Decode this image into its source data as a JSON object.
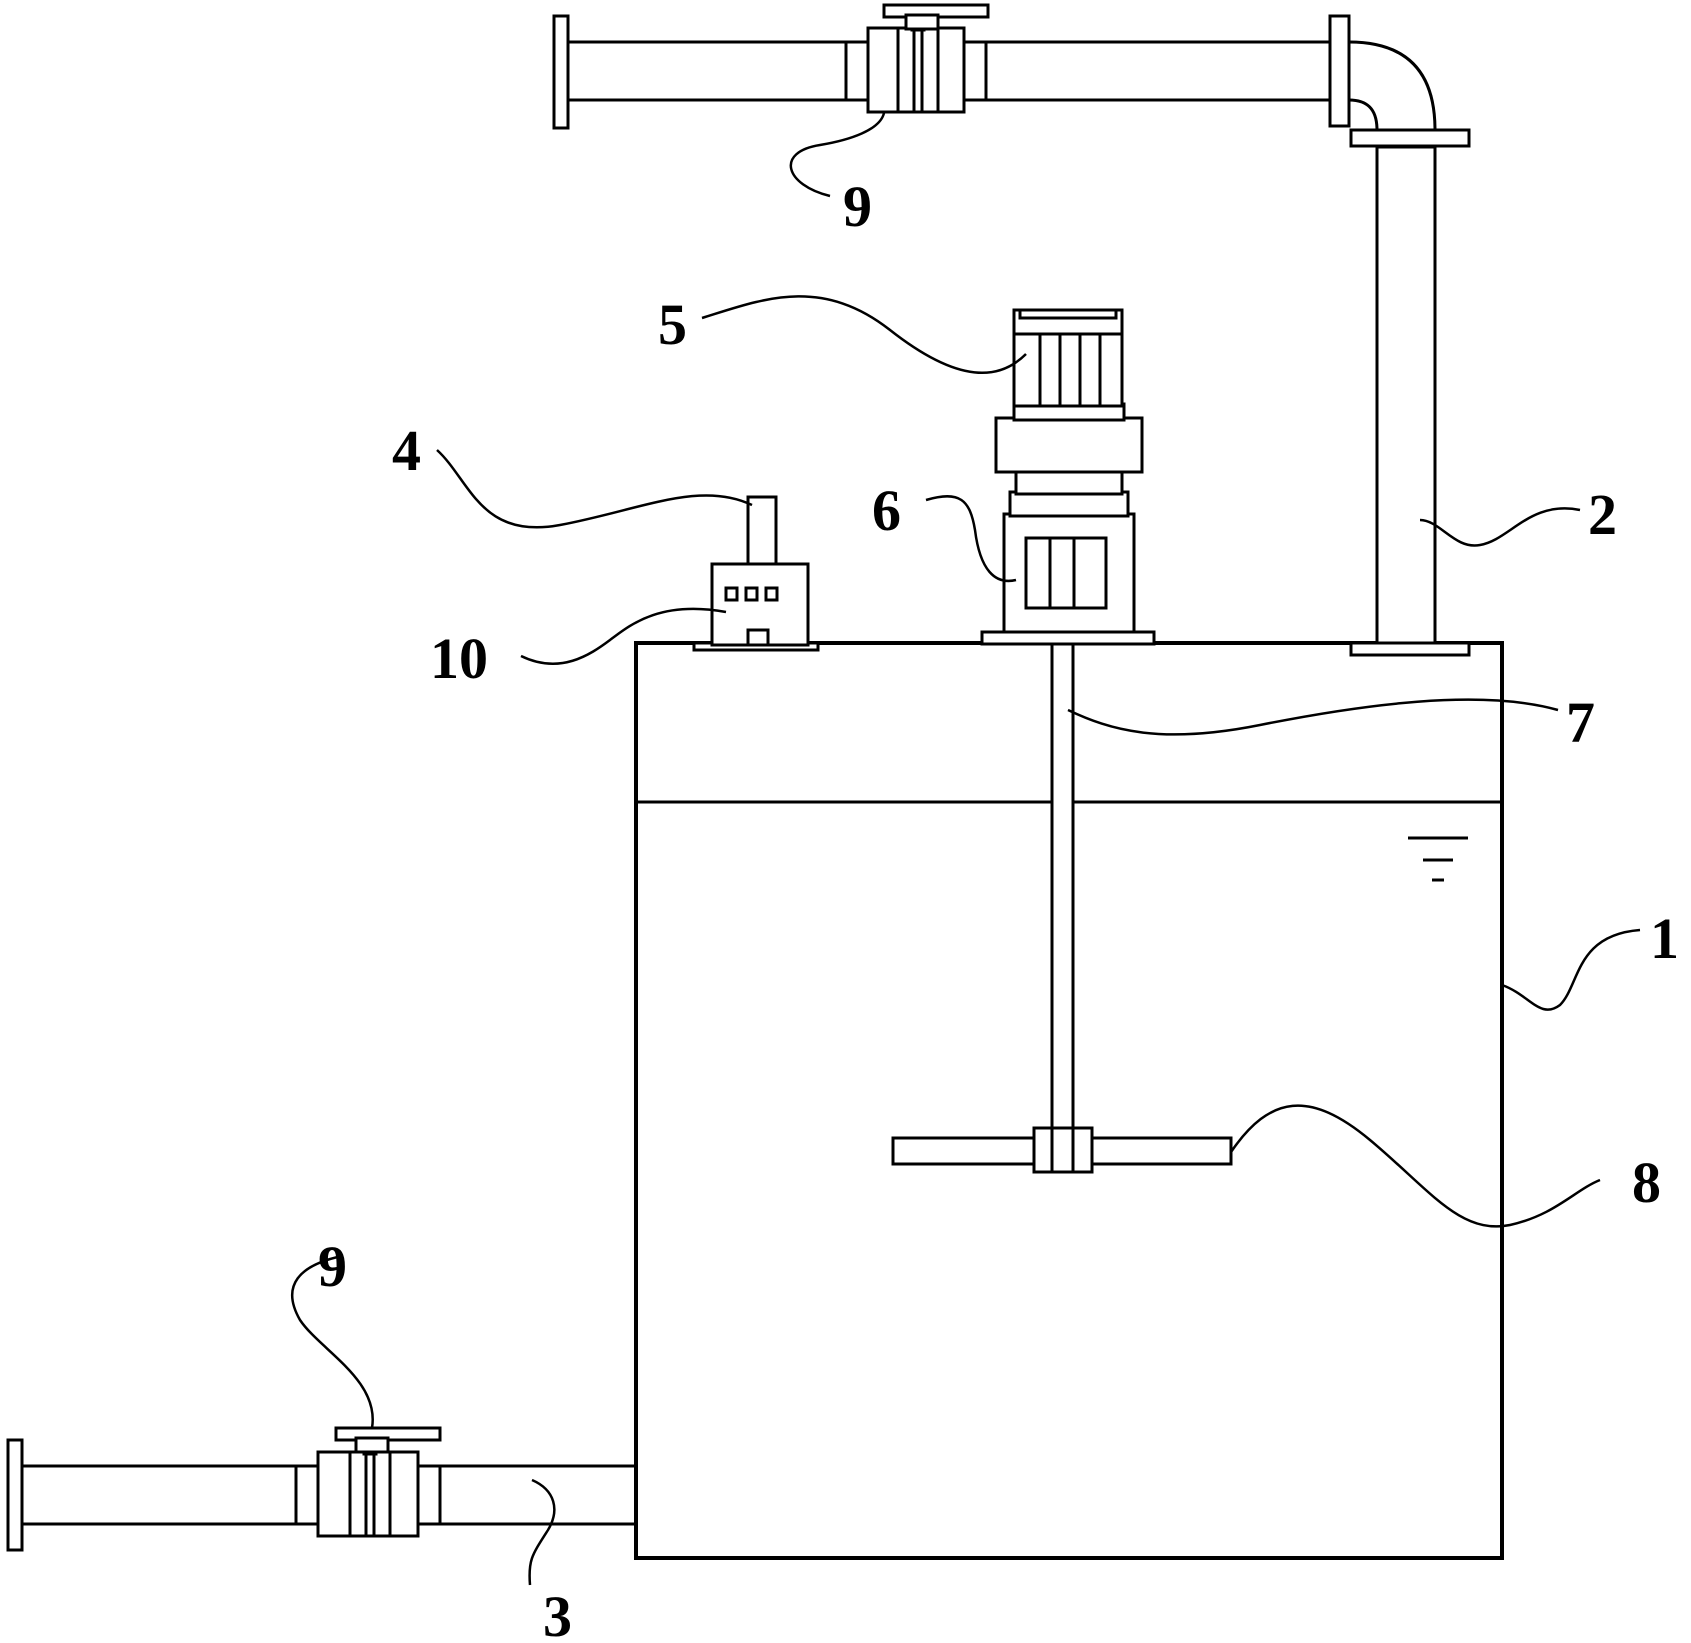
{
  "labels": {
    "tank": "1",
    "outlet_pipe_top": "2",
    "inlet_pipe_bottom": "3",
    "item_4": "4",
    "motor": "5",
    "reducer": "6",
    "shaft": "7",
    "impeller": "8",
    "valve_top": "9",
    "valve_bottom": "9",
    "item_10": "10"
  }
}
